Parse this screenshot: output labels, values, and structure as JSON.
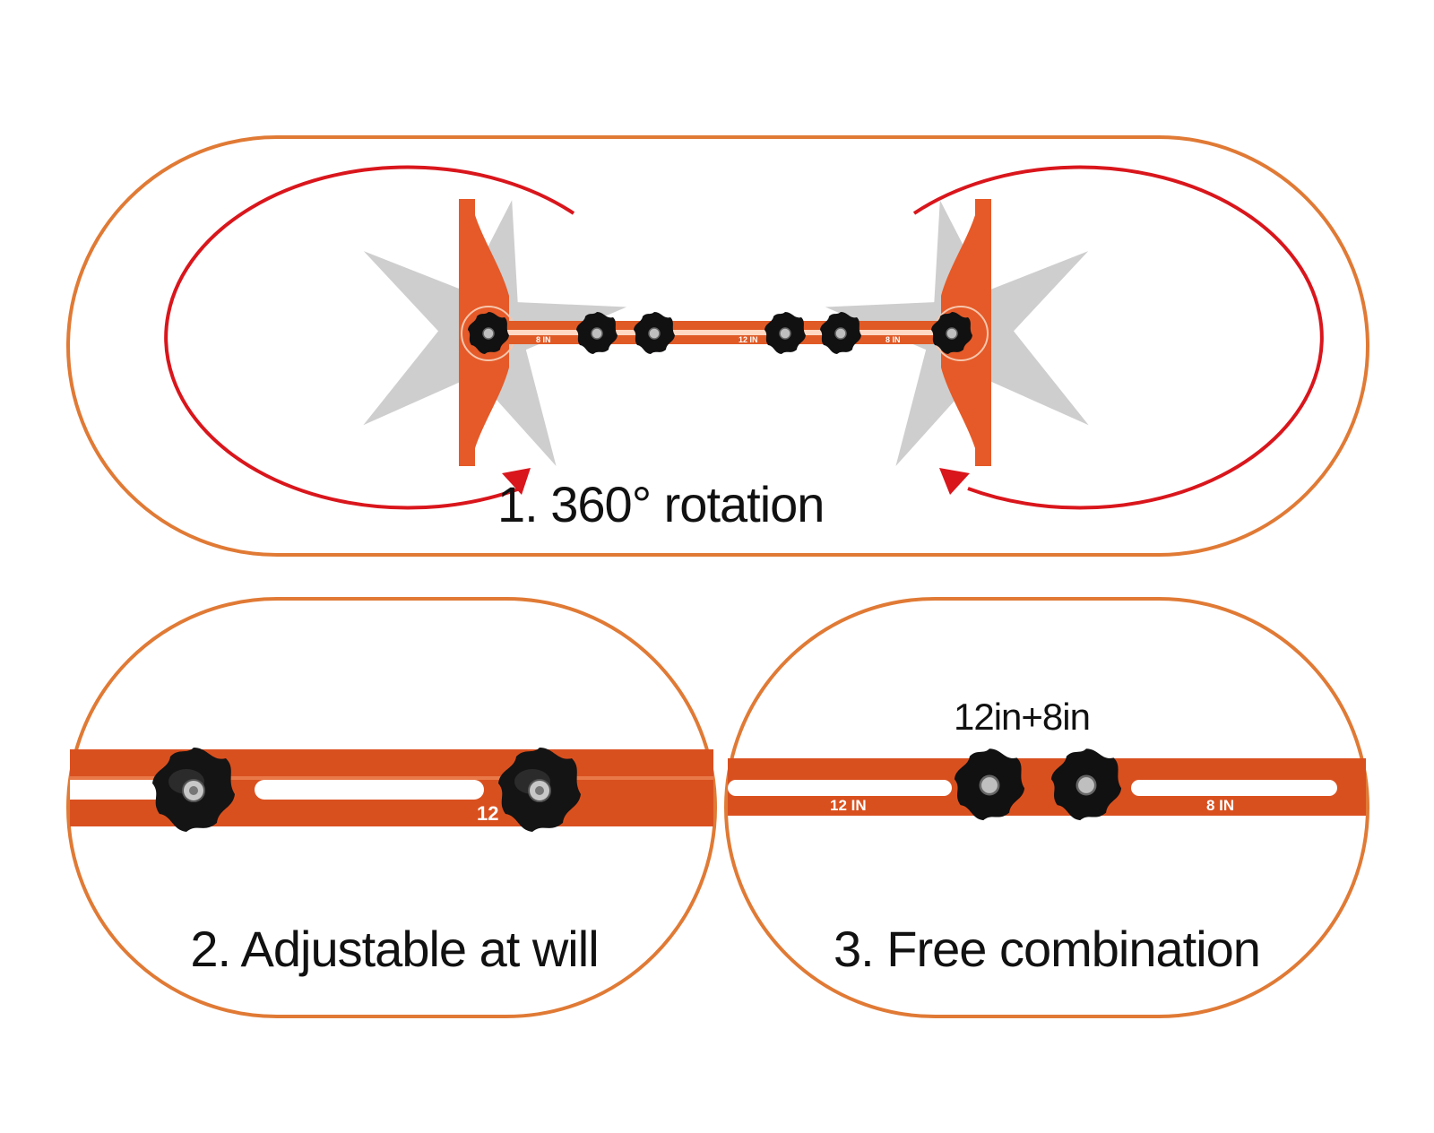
{
  "captions": {
    "rotation": "1. 360° rotation",
    "adjustable": "2. Adjustable at will",
    "combination": "3. Free combination",
    "combo_label": "12in+8in"
  },
  "bar_labels": {
    "top_left": "8 IN",
    "top_center": "12 IN",
    "top_right": "8 IN",
    "adjust_partial": "12",
    "combo_left": "12 IN",
    "combo_right": "8 IN"
  },
  "colors": {
    "panel_border": "#e07a35",
    "bar_orange": "#d9501f",
    "rotation_red": "#d9161c",
    "knob_black": "#111111",
    "ghost_gray": "#c9c9c9"
  },
  "icons": [
    "rotation-arrow-icon",
    "knob-icon"
  ]
}
